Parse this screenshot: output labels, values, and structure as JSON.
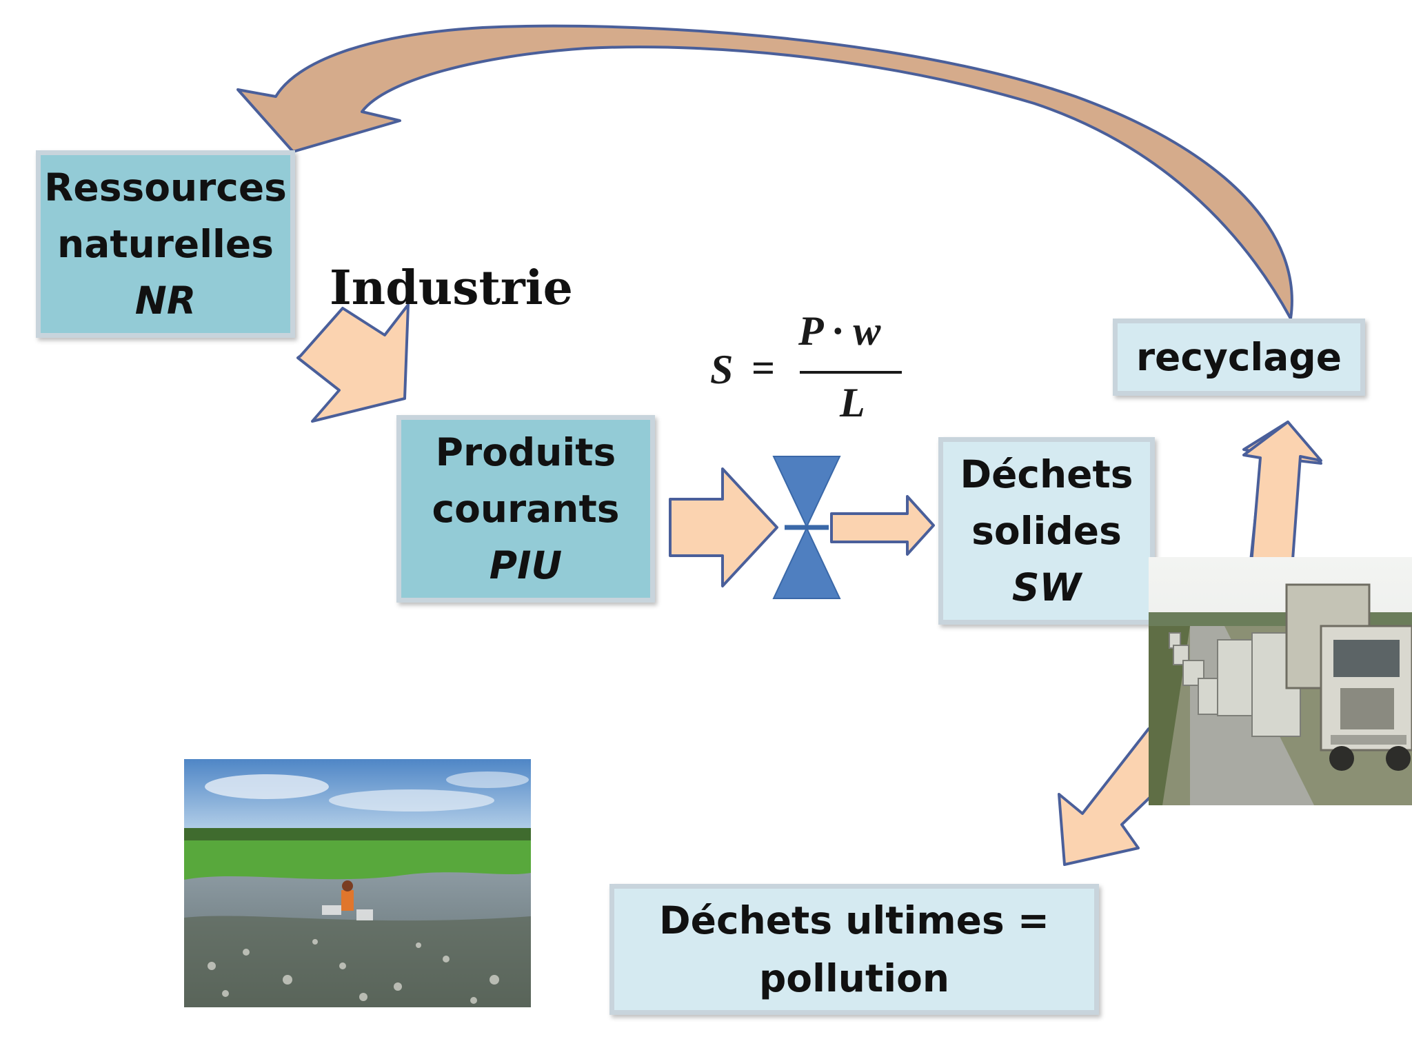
{
  "nodes": {
    "nr": {
      "line1": "Ressources",
      "line2": "naturelles",
      "abbr": "NR"
    },
    "piu": {
      "line1": "Produits",
      "line2": "courants",
      "abbr": "PIU"
    },
    "sw": {
      "line1": "Déchets",
      "line2": "solides",
      "abbr": "SW"
    },
    "recyclage": {
      "label": "recyclage"
    },
    "ultimes": {
      "line1": "Déchets ultimes =",
      "line2": "pollution"
    }
  },
  "industrie_label": "Industrie",
  "formula": {
    "lhs": "S",
    "eq": "=",
    "numerator": "P · w",
    "denominator": "L"
  },
  "colors": {
    "arrow_fill": "#fbd3b0",
    "arrow_stroke": "#4a5f9a",
    "curved_arrow_fill": "#d5ab8b",
    "valve_fill": "#4f7fc0",
    "box_dark": "#93cbd6",
    "box_light": "#d5eaf1"
  }
}
